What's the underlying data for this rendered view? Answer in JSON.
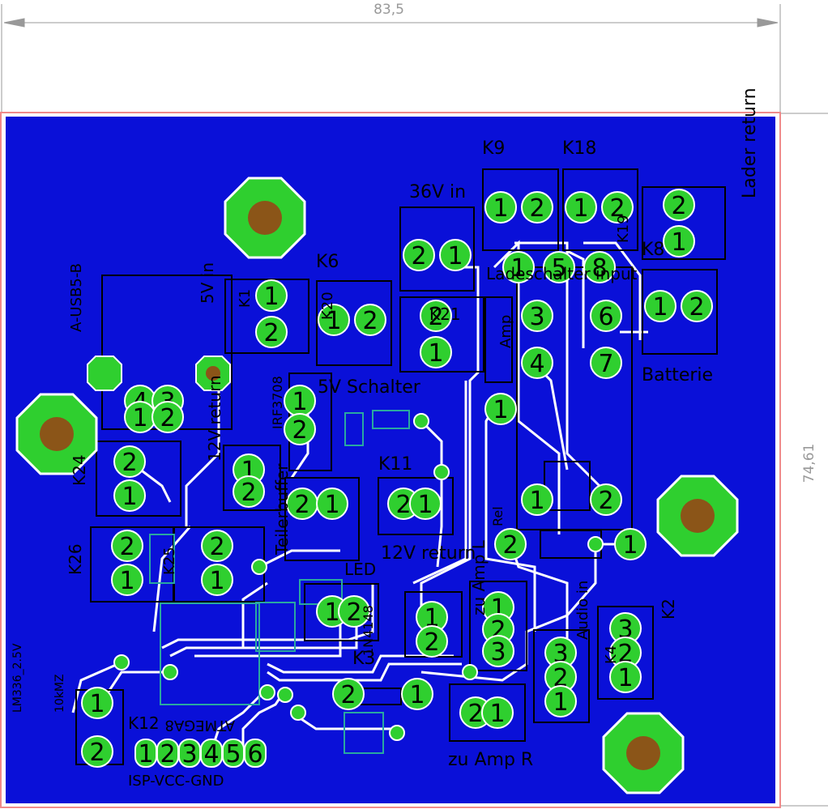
{
  "dimensions": {
    "width_mm": "83,5",
    "height_mm": "74,61"
  },
  "colors": {
    "board": "#0a10d8",
    "outline": "#f08a8a",
    "pad": "#2fcf2f",
    "drill": "#8b5518",
    "trace": "#ffffff",
    "silk": "#000000",
    "dim": "#999999"
  },
  "labels": [
    "K9",
    "K18",
    "36V in",
    "Lader return",
    "K8",
    "K19",
    "K6",
    "K1",
    "K20",
    "5V in",
    "A-USB5-B",
    "K21",
    "Amp",
    "Ladeschalter input",
    "Batterie",
    "5V Schalter",
    "IRF3708",
    "K24",
    "12V return",
    "K11",
    "12V return",
    "K26",
    "Teilerbuffer",
    "K25",
    "LED",
    "K3",
    "1N4148",
    "zu Amp L",
    "zu Amp R",
    "Audio in",
    "K2",
    "K4",
    "LM336_2.5V",
    "10kMZ",
    "ISP-VCC-GND",
    "K12",
    "ATMEGA8",
    "Rel"
  ],
  "pins": [
    "1",
    "2",
    "3",
    "4",
    "5",
    "6",
    "7",
    "8"
  ],
  "isp_pins": "123456"
}
